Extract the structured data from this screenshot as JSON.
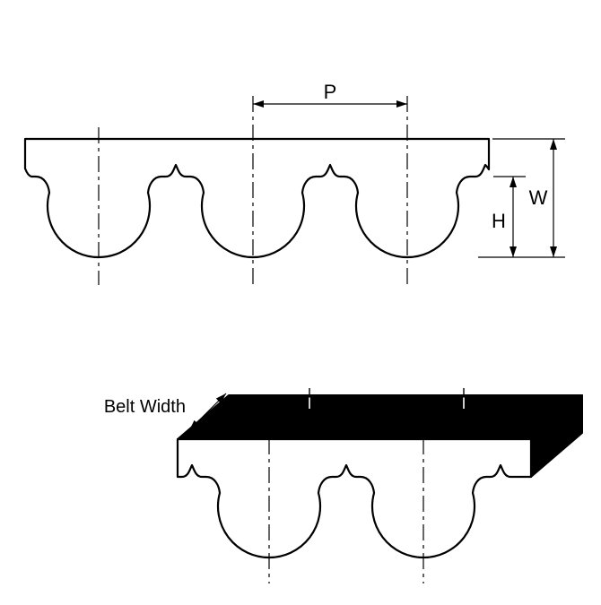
{
  "top_view": {
    "pitch_label": "P",
    "width_label": "W",
    "height_label": "H"
  },
  "bottom_view": {
    "belt_width_label": "Belt Width"
  },
  "colors": {
    "outline": "#000000",
    "belt_fill": "#ffffff",
    "face_fill": "#000000"
  }
}
